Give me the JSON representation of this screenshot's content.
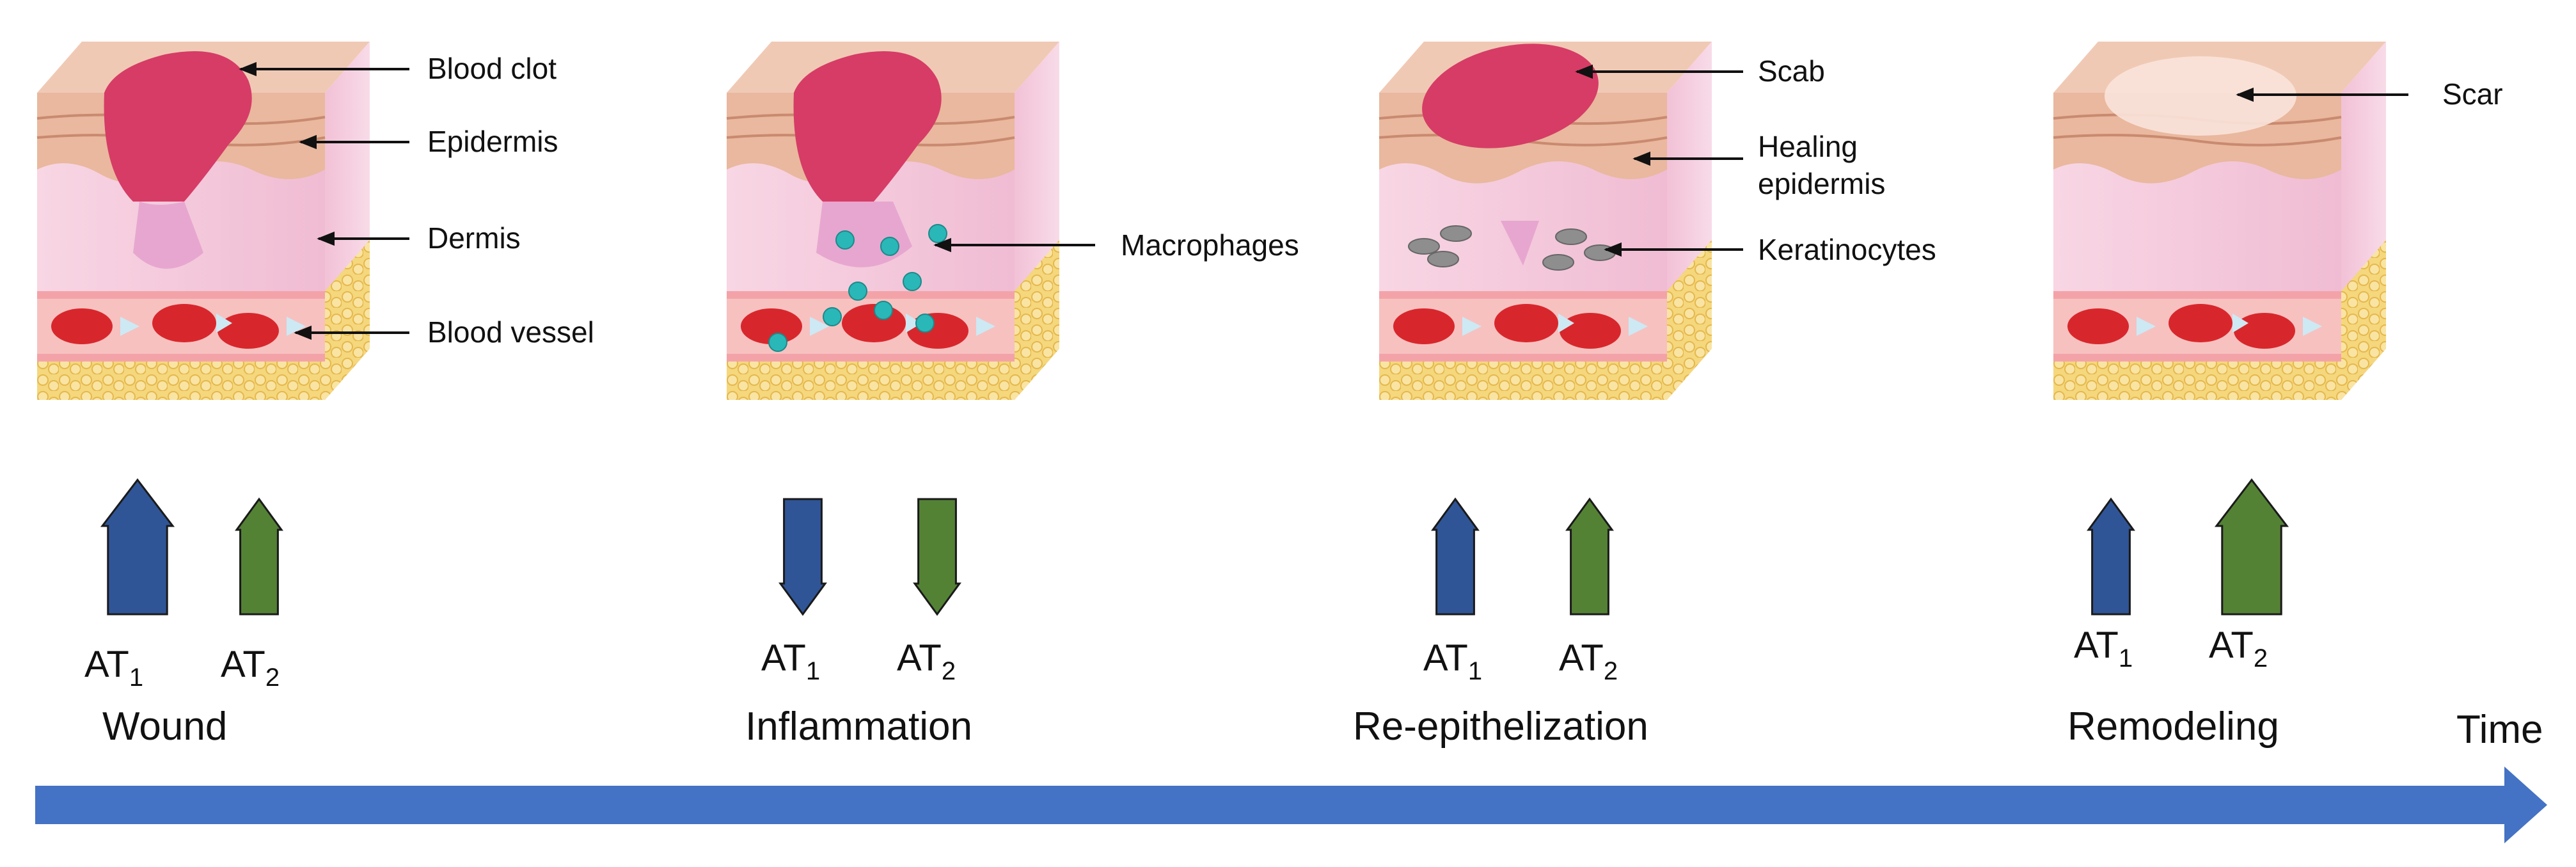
{
  "stages": [
    {
      "name": "Wound",
      "at1_direction": "up",
      "at1_level": "large",
      "at2_direction": "up",
      "at2_level": "small"
    },
    {
      "name": "Inflammation",
      "at1_direction": "down",
      "at1_level": "small",
      "at2_direction": "down",
      "at2_level": "small"
    },
    {
      "name": "Re-epithelization",
      "at1_direction": "up",
      "at1_level": "small",
      "at2_direction": "up",
      "at2_level": "small"
    },
    {
      "name": "Remodeling",
      "at1_direction": "up",
      "at1_level": "small",
      "at2_direction": "up",
      "at2_level": "large"
    }
  ],
  "receptor_labels": {
    "at1_base": "AT",
    "at1_sub": "1",
    "at2_base": "AT",
    "at2_sub": "2"
  },
  "annotations": {
    "blood_clot": "Blood clot",
    "epidermis": "Epidermis",
    "dermis": "Dermis",
    "blood_vessel": "Blood vessel",
    "macrophages": "Macrophages",
    "scab": "Scab",
    "healing_epidermis_line1": "Healing",
    "healing_epidermis_line2": "epidermis",
    "keratinocytes": "Keratinocytes",
    "scar": "Scar"
  },
  "axis_label": "Time",
  "colors": {
    "at1_arrow": "#2f5597",
    "at2_arrow": "#548235",
    "timeline": "#4472c4",
    "dermis": "#f6cfe0",
    "epidermis": "#e7b7a0",
    "fat": "#f2d27a",
    "clot": "#d63c66",
    "macrophage": "#2ab7b7"
  }
}
